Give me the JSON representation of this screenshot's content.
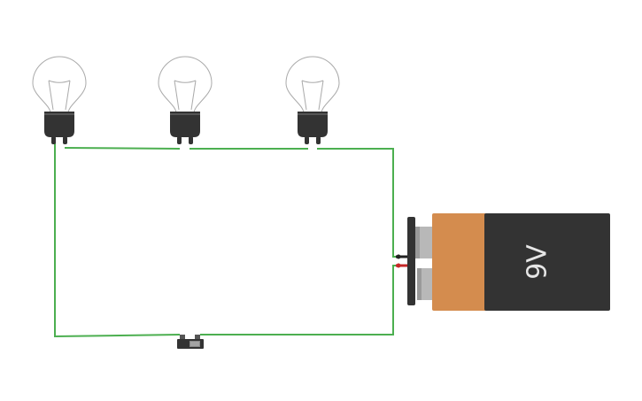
{
  "circuit": {
    "components": [
      {
        "id": "bulb-1",
        "type": "light-bulb"
      },
      {
        "id": "bulb-2",
        "type": "light-bulb"
      },
      {
        "id": "bulb-3",
        "type": "light-bulb"
      },
      {
        "id": "battery",
        "type": "battery",
        "label": "9V"
      },
      {
        "id": "switch",
        "type": "slide-switch"
      }
    ],
    "colors": {
      "wire": "#4caf50",
      "bulb_base": "#333333",
      "bulb_glass": "#aaaaaa",
      "battery_body": "#333333",
      "battery_band": "#d48c4e",
      "battery_terminal": "#b8b8b8",
      "lead_positive": "#c62828",
      "lead_negative": "#222222"
    }
  }
}
